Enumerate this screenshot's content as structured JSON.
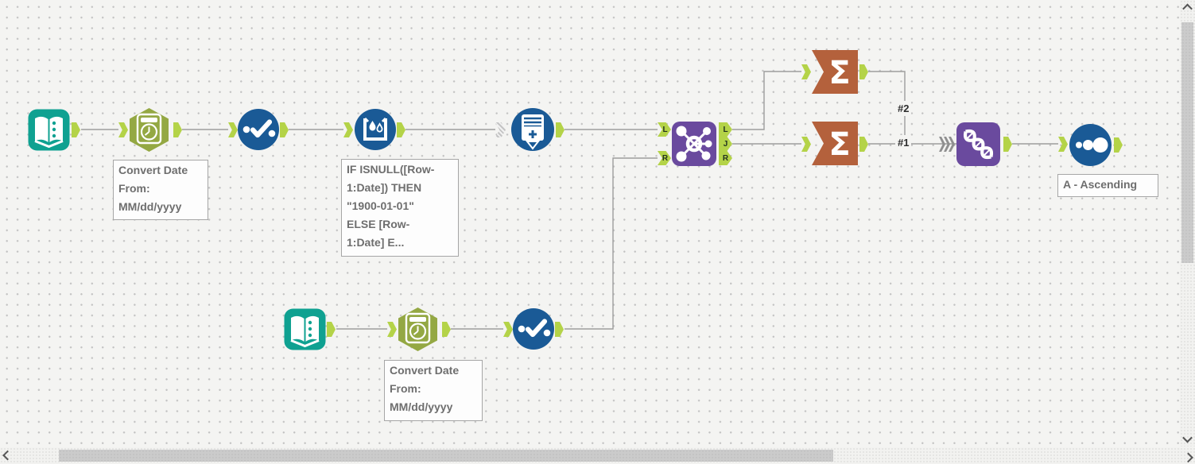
{
  "colors": {
    "canvas_background": "#f4f4f2",
    "grid_dot": "#c2c2c2",
    "wire": "#9d9d9d",
    "input_teal": "#0fa191",
    "datetime_green": "#94a843",
    "process_blue": "#1a5a96",
    "join_purple": "#6a4a9e",
    "union_purple": "#6a4a9e",
    "summarize_orange": "#b4613c",
    "anchor_lime": "#b4d348",
    "annotation_text": "#6e6e6e",
    "annotation_background": "#fdfdfd",
    "scrollbar_thumb": "#cbcbcb"
  },
  "tools": {
    "input_top": {
      "icon": "input-data-book-icon"
    },
    "datetime_top": {
      "icon": "datetime-calendar-clock-icon",
      "annotation": "Convert Date\nFrom:\nMM/dd/yyyy"
    },
    "select_top": {
      "icon": "select-checkmark-icon"
    },
    "multirow_formula": {
      "icon": "multi-row-formula-icon",
      "annotation": "IF ISNULL([Row-\n1:Date]) THEN\n\"1900-01-01\"\nELSE [Row-\n1:Date] E..."
    },
    "generate_rows": {
      "icon": "generate-rows-icon"
    },
    "join": {
      "icon": "join-network-icon",
      "input_anchor_labels": [
        "L",
        "R"
      ],
      "output_anchor_labels": [
        "L",
        "J",
        "R"
      ]
    },
    "summarize_top": {
      "icon": "summarize-sigma-icon",
      "glyph": "Σ"
    },
    "summarize_bottom": {
      "icon": "summarize-sigma-icon",
      "glyph": "Σ"
    },
    "union": {
      "icon": "union-zipper-icon"
    },
    "sort": {
      "icon": "sort-dots-icon",
      "annotation": "A - Ascending"
    },
    "input_bottom": {
      "icon": "input-data-book-icon"
    },
    "datetime_bottom": {
      "icon": "datetime-calendar-clock-icon",
      "annotation": "Convert Date\nFrom:\nMM/dd/yyyy"
    },
    "select_bottom": {
      "icon": "select-checkmark-icon"
    }
  },
  "connection_labels": {
    "to_union_1": "#1",
    "to_union_2": "#2"
  }
}
